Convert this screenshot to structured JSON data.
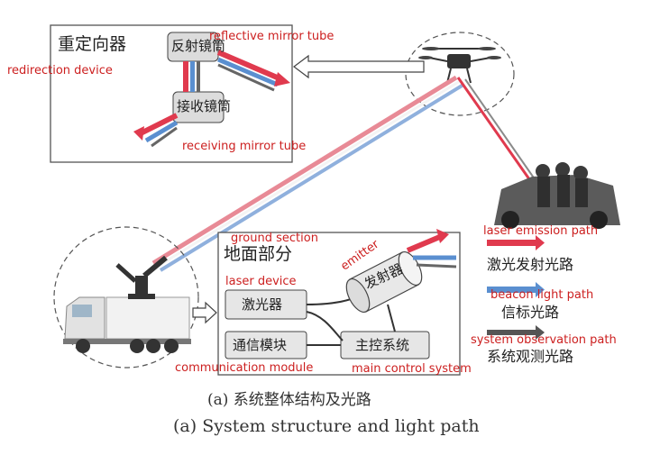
{
  "redirector": {
    "title_zh": "重定向器",
    "title_en": "redirection device",
    "reflect_zh": "反射镜筒",
    "reflect_en": "reflective mirror tube",
    "receive_zh": "接收镜筒",
    "receive_en": "receiving mirror tube"
  },
  "ground": {
    "title_zh": "地面部分",
    "title_en": "ground section",
    "laser_zh": "激光器",
    "laser_en": "laser device",
    "comm_zh": "通信模块",
    "comm_en": "communication module",
    "control_zh": "主控系统",
    "control_en": "main control system",
    "emitter_zh": "发射器",
    "emitter_en": "emitter"
  },
  "legend": [
    {
      "zh": "激光发射光路",
      "en": "laser emission path",
      "color": "#e03a4e"
    },
    {
      "zh": "信标光路",
      "en": "beacon light path",
      "color": "#5a8fd0"
    },
    {
      "zh": "系统观测光路",
      "en": "system observation path",
      "color": "#555555"
    }
  ],
  "caption": {
    "zh": "(a) 系统整体结构及光路",
    "en": "(a) System structure and light path"
  },
  "colors": {
    "annotation": "#cc1f1f",
    "laser": "#e03a4e",
    "beacon": "#5a8fd0",
    "observe": "#555555"
  }
}
